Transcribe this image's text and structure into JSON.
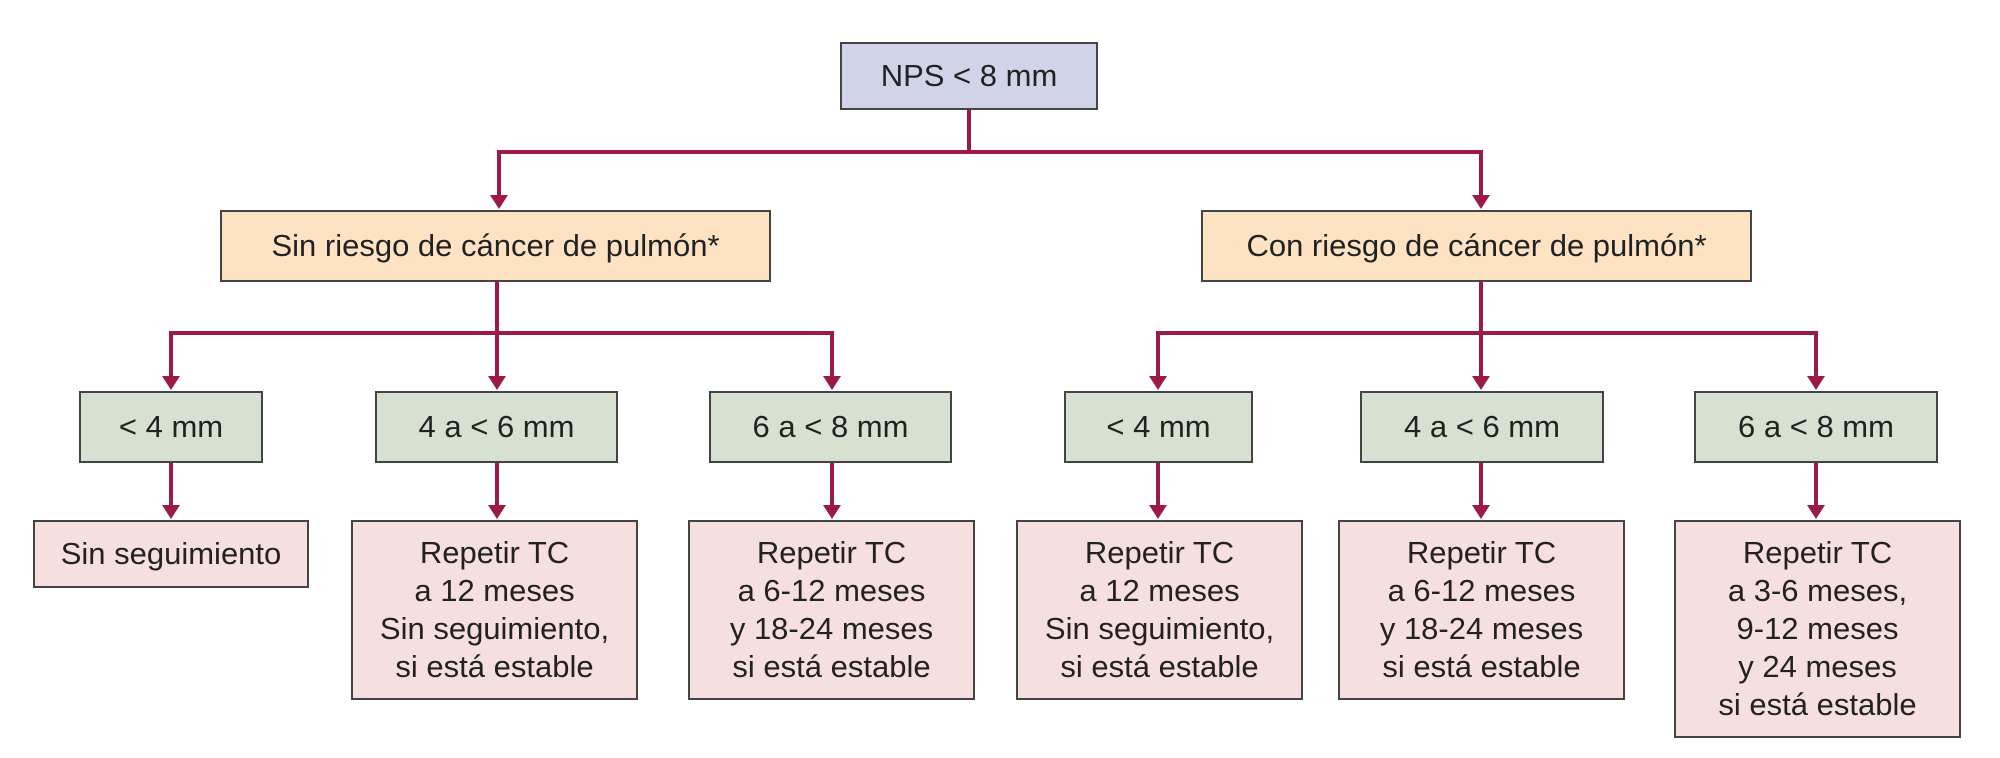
{
  "colors": {
    "connector": "#9b1b46",
    "root_fill": "#d1d4e8",
    "risk_fill": "#fde3c4",
    "size_fill": "#d6e1d1",
    "action_fill": "#f5e0df",
    "border": "#444444"
  },
  "root": {
    "label": "NPS < 8 mm"
  },
  "branches": [
    {
      "risk_label": "Sin riesgo de cáncer de pulmón*",
      "items": [
        {
          "size": "< 4 mm",
          "action": "Sin seguimiento"
        },
        {
          "size": "4 a < 6 mm",
          "action": "Repetir TC\na 12 meses\nSin seguimiento,\nsi está estable"
        },
        {
          "size": "6 a < 8 mm",
          "action": "Repetir TC\na 6-12 meses\ny 18-24 meses\nsi está estable"
        }
      ]
    },
    {
      "risk_label": "Con riesgo de cáncer de pulmón*",
      "items": [
        {
          "size": "< 4 mm",
          "action": "Repetir TC\na 12 meses\nSin seguimiento,\nsi está estable"
        },
        {
          "size": "4 a < 6 mm",
          "action": "Repetir TC\na 6-12 meses\ny 18-24 meses\nsi está estable"
        },
        {
          "size": "6 a < 8 mm",
          "action": "Repetir TC\na 3-6 meses,\n9-12 meses\ny 24 meses\nsi está estable"
        }
      ]
    }
  ]
}
